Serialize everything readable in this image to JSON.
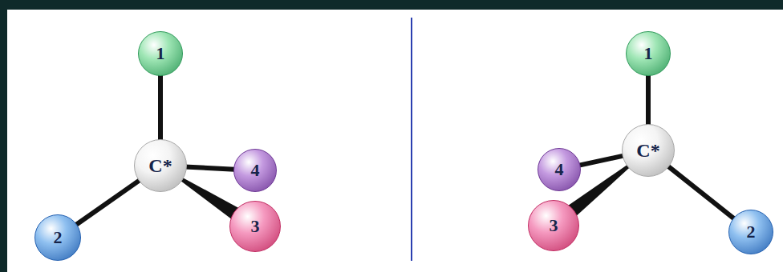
{
  "diagram": {
    "nodes": [
      {
        "text": [
          "C*"
        ]
      },
      {
        "text": [
          "1"
        ]
      },
      {
        "text": [
          "2"
        ]
      },
      {
        "text": [
          "3"
        ]
      },
      {
        "text": [
          "4"
        ]
      },
      {
        "text": [
          "C*"
        ]
      },
      {
        "text": [
          "1"
        ]
      },
      {
        "text": [
          "2"
        ]
      },
      {
        "text": [
          "3"
        ]
      },
      {
        "text": [
          "4"
        ]
      }
    ],
    "edges": [
      {
        "from": 0,
        "to": 1,
        "arrow": "none"
      },
      {
        "from": 0,
        "to": 2,
        "arrow": "none"
      },
      {
        "from": 0,
        "to": 3,
        "arrow": "none"
      },
      {
        "from": 0,
        "to": 4,
        "arrow": "none"
      },
      {
        "from": 5,
        "to": 6,
        "arrow": "none"
      },
      {
        "from": 5,
        "to": 7,
        "arrow": "none"
      },
      {
        "from": 5,
        "to": 8,
        "arrow": "none"
      },
      {
        "from": 5,
        "to": 9,
        "arrow": "none"
      }
    ]
  }
}
